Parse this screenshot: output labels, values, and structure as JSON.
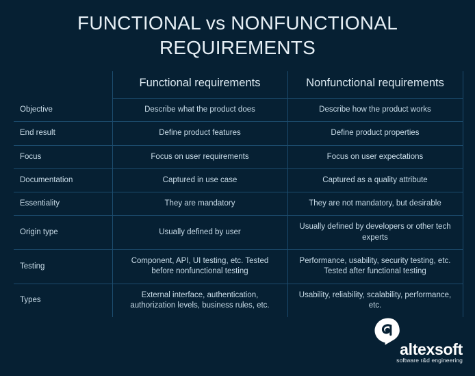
{
  "page": {
    "title": "FUNCTIONAL vs NONFUNCTIONAL REQUIREMENTS",
    "background_color": "#062033",
    "rule_color": "#1C4C6E",
    "title_color": "#E6EFF5",
    "text_color": "#C9DCE8"
  },
  "table": {
    "headers": {
      "label": "",
      "functional": "Functional requirements",
      "nonfunctional": "Nonfunctional requirements"
    },
    "rows": [
      {
        "label": "Objective",
        "functional": "Describe what the product does",
        "nonfunctional": "Describe how the product works"
      },
      {
        "label": "End result",
        "functional": "Define product features",
        "nonfunctional": "Define product properties"
      },
      {
        "label": "Focus",
        "functional": "Focus on user requirements",
        "nonfunctional": "Focus on user expectations"
      },
      {
        "label": "Documentation",
        "functional": "Captured in use case",
        "nonfunctional": "Captured as a quality attribute"
      },
      {
        "label": "Essentiality",
        "functional": "They are mandatory",
        "nonfunctional": "They are not mandatory, but desirable"
      },
      {
        "label": "Origin type",
        "functional": "Usually defined by user",
        "nonfunctional": "Usually defined by developers or other tech experts"
      },
      {
        "label": "Testing",
        "functional": "Component, API, UI testing, etc. Tested before nonfunctional testing",
        "nonfunctional": "Performance, usability, security testing, etc. Tested after functional testing"
      },
      {
        "label": "Types",
        "functional": "External interface, authentication, authorization levels, business rules, etc.",
        "nonfunctional": "Usability, reliability, scalability, performance, etc."
      }
    ]
  },
  "logo": {
    "wordmark": "altexsoft",
    "tagline": "software r&d engineering",
    "mark_color": "#FFFFFF"
  }
}
